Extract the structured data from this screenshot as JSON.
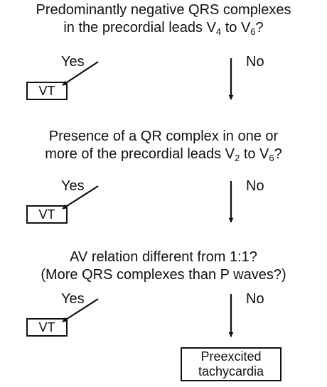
{
  "steps": [
    {
      "question_line1": "Predominantly negative QRS complexes",
      "question_line2_pre": "in the precordial leads V",
      "question_line2_sub1": "4",
      "question_line2_mid": " to V",
      "question_line2_sub2": "6",
      "question_line2_post": "?",
      "yes": "Yes",
      "no": "No",
      "yes_result": "VT"
    },
    {
      "question_line1": "Presence of a QR complex in one or",
      "question_line2_pre": "more of the precordial leads V",
      "question_line2_sub1": "2",
      "question_line2_mid": " to V",
      "question_line2_sub2": "6",
      "question_line2_post": "?",
      "yes": "Yes",
      "no": "No",
      "yes_result": "VT"
    },
    {
      "question_line1": "AV relation different from 1:1?",
      "question_line2": "(More QRS complexes than P waves?)",
      "yes": "Yes",
      "no": "No",
      "yes_result": "VT"
    }
  ],
  "final": {
    "line1": "Preexcited",
    "line2": "tachycardia"
  }
}
